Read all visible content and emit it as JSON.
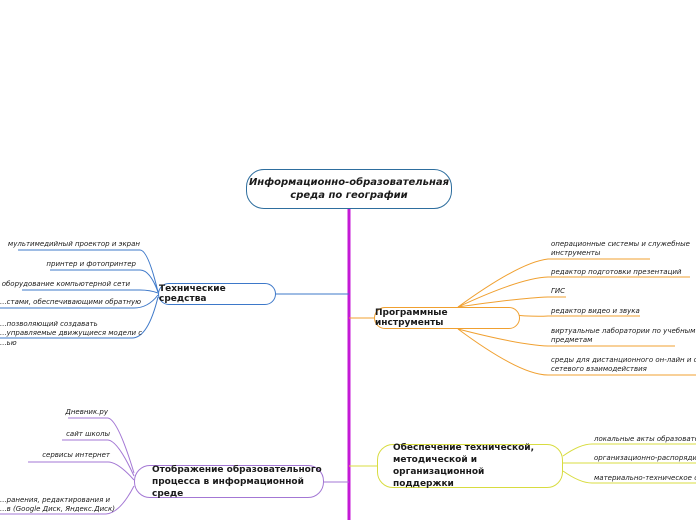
{
  "colors": {
    "trunk": "#c41ad6",
    "technical": "#3d78c9",
    "software": "#f0a030",
    "support": "#d8dc40",
    "process": "#a377d4",
    "center_border": "#2e6e9e"
  },
  "center": {
    "line1": "Информационно-образовательная",
    "line2": "среда по географии"
  },
  "technical": {
    "title": "Технические средства",
    "items": [
      "мультимедийный проектор и экран",
      "принтер и фотопринтер",
      "оборудование компьютерной сети",
      "...стами, обеспечивающими обратную",
      "...позволяющий создавать",
      "...управляемые движущиеся модели с",
      "...ью"
    ]
  },
  "software": {
    "title": "Программные инструменты",
    "items": {
      "os_line1": "операционные системы и служебные",
      "os_line2": "инструменты",
      "presentations": "редактор подготовки презентаций",
      "gis": "ГИС",
      "video": "редактор видео и звука",
      "labs_line1": "виртуальные лаборатории по учебным",
      "labs_line2": "предметам",
      "distance_line1": "среды для дистанционного он-лайн и оф-ла...",
      "distance_line2": "сетевого взаимодействия"
    }
  },
  "support": {
    "line1": "Обеспечение технической,",
    "line2": "методической и организационной",
    "line3": "поддержки",
    "items": [
      "локальные акты образовател...",
      "организационно-распорядите...",
      "материально-техническое об..."
    ]
  },
  "process": {
    "line1": "Отображение образовательного",
    "line2": "процесса в информационной среде",
    "items": [
      "Дневник.ру",
      "сайт школы",
      "сервисы интернет",
      "...ранения, редактирования и",
      "...в (Google Диск, Яндекс.Диск)"
    ]
  }
}
